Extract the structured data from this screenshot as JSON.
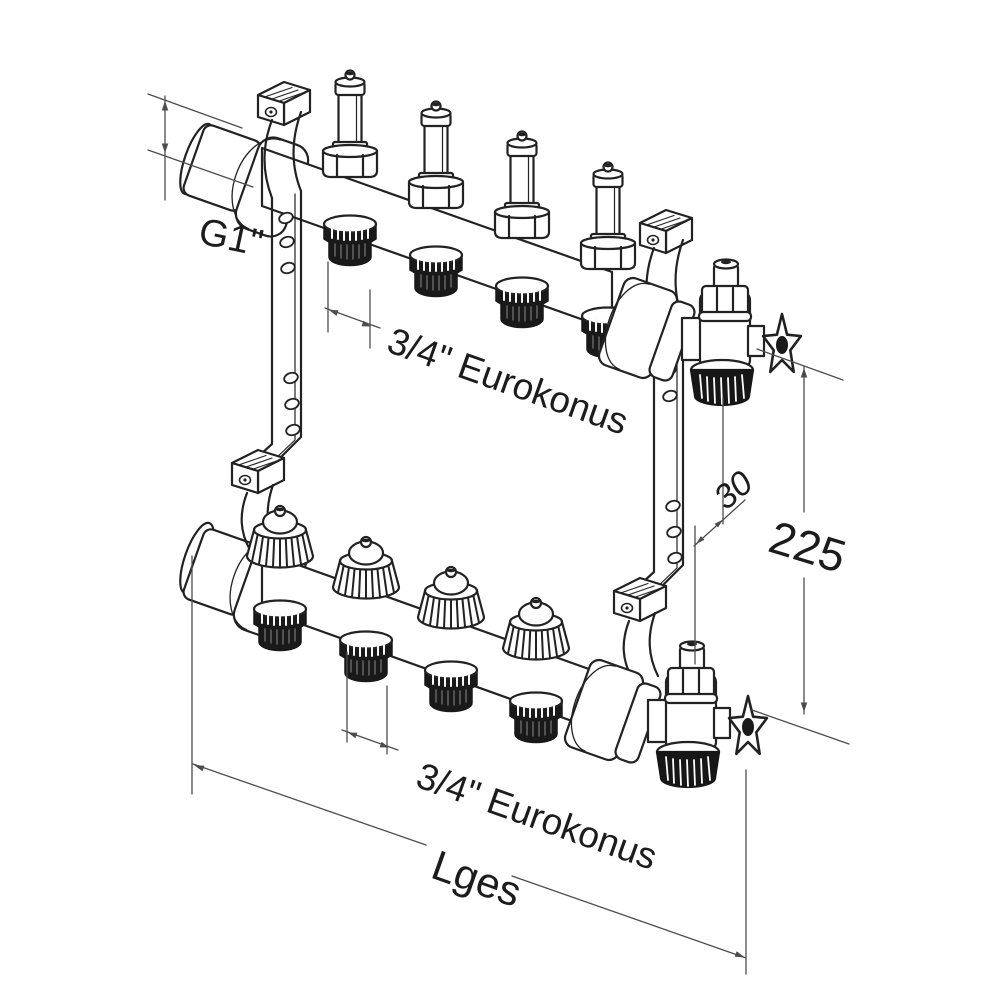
{
  "diagram": {
    "subject": "Heating circuit manifold, isometric technical drawing",
    "labels": {
      "inlet_thread": "G1\"",
      "top_outlet_thread": "3/4\" Eurokonus",
      "bottom_outlet_thread": "3/4\" Eurokonus",
      "valve_offset_mm": "30",
      "total_height_mm": "225",
      "total_length": "Lges"
    },
    "colors": {
      "outline": "#222222",
      "dimension_line": "#4d4d4d",
      "dark_fill": "#191919",
      "background": "#ffffff"
    }
  }
}
